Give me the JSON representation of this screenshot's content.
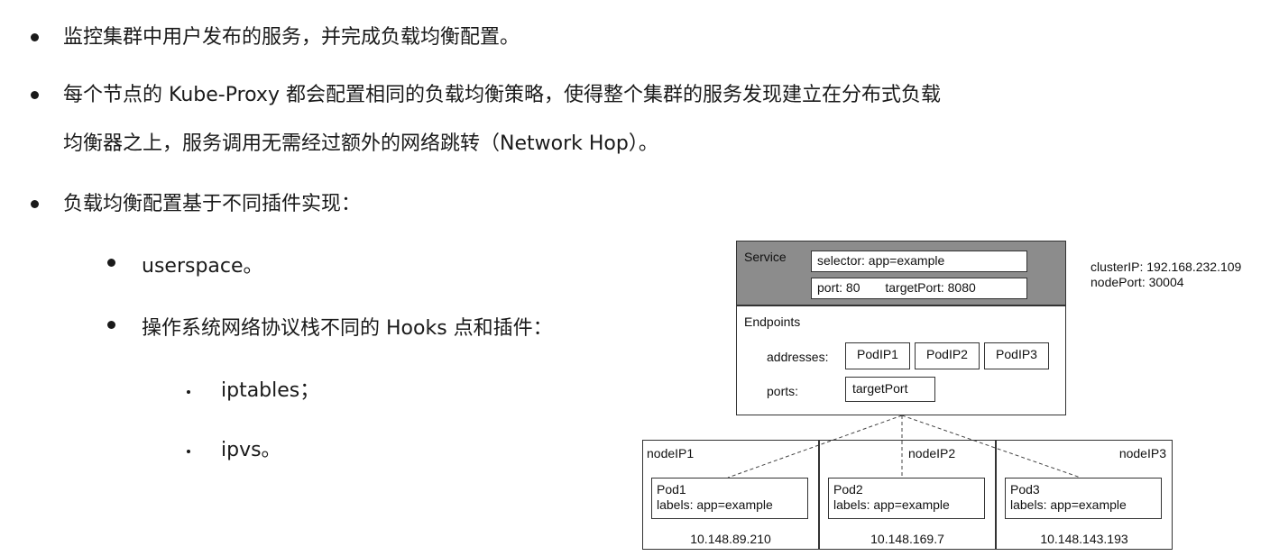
{
  "bullets": [
    "监控集群中用户发布的服务，并完成负载均衡配置。",
    "每个节点的 Kube-Proxy 都会配置相同的负载均衡策略，使得整个集群的服务发现建立在分布式负载",
    "均衡器之上，服务调用无需经过额外的网络跳转（Network Hop）。",
    "负载均衡配置基于不同插件实现："
  ],
  "sub_bullets": [
    "userspace。",
    "操作系统网络协议栈不同的 Hooks 点和插件："
  ],
  "sub_sub_bullets": [
    "iptables；",
    "ipvs。"
  ],
  "diagram": {
    "service": {
      "title": "Service",
      "selector": "selector:  app=example",
      "port": "port: 80",
      "target_port": "targetPort: 8080"
    },
    "service_info": [
      "clusterIP: 192.168.232.109",
      "nodePort: 30004"
    ],
    "endpoints": {
      "title": "Endpoints",
      "addresses_label": "addresses:",
      "addresses": [
        "PodIP1",
        "PodIP2",
        "PodIP3"
      ],
      "ports_label": "ports:",
      "ports_value": "targetPort"
    },
    "nodes": [
      {
        "name": "nodeIP1",
        "pod": "Pod1",
        "labels": "labels: app=example",
        "ip": "10.148.89.210"
      },
      {
        "name": "nodeIP2",
        "pod": "Pod2",
        "labels": "labels: app=example",
        "ip": "10.148.169.7"
      },
      {
        "name": "nodeIP3",
        "pod": "Pod3",
        "labels": "labels: app=example",
        "ip": "10.148.143.193"
      }
    ],
    "colors": {
      "service_bg": "#8c8c8c",
      "border": "#333333"
    }
  }
}
